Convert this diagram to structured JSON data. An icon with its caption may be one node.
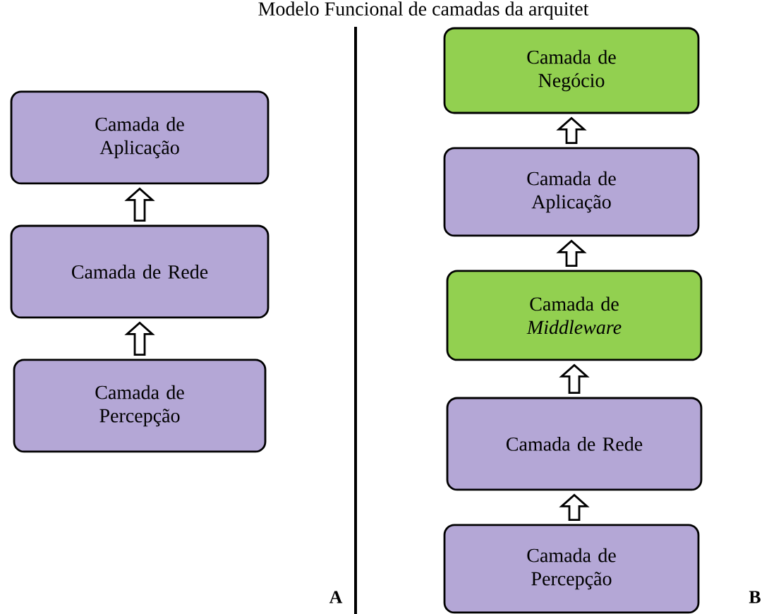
{
  "diagram": {
    "title": "Modelo Funcional de camadas da arquitet",
    "nodes": [
      {
        "text": [
          "Camada de Aplicação"
        ]
      },
      {
        "text": [
          "Camada de Rede"
        ]
      },
      {
        "text": [
          "Camada de Percepção"
        ]
      },
      {
        "text": [
          "Camada de Negócio"
        ]
      },
      {
        "text": [
          "Camada de Aplicação"
        ]
      },
      {
        "text": [
          "Camada de *Middleware*"
        ]
      },
      {
        "text": [
          "Camada de Rede"
        ]
      },
      {
        "text": [
          "Camada de Percepção"
        ]
      }
    ],
    "edges": [
      {
        "from": 2,
        "to": 1,
        "arrow": "to"
      },
      {
        "from": 1,
        "to": 0,
        "arrow": "to"
      },
      {
        "from": 7,
        "to": 6,
        "arrow": "to"
      },
      {
        "from": 6,
        "to": 5,
        "arrow": "to"
      },
      {
        "from": 5,
        "to": 4,
        "arrow": "to"
      },
      {
        "from": 4,
        "to": 3,
        "arrow": "to"
      }
    ],
    "labels": [
      "A",
      "B"
    ]
  }
}
